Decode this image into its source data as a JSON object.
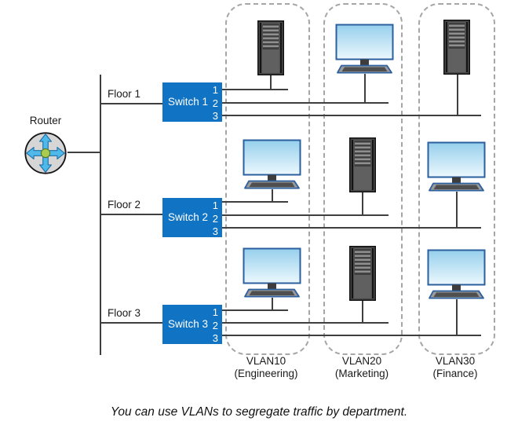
{
  "caption": "You can use VLANs to segregate traffic by department.",
  "router": {
    "label": "Router",
    "icon": "router-icon"
  },
  "floors": [
    {
      "label": "Floor 1"
    },
    {
      "label": "Floor 2"
    },
    {
      "label": "Floor 3"
    }
  ],
  "switches": [
    {
      "label": "Switch 1",
      "ports": [
        "1",
        "2",
        "3"
      ]
    },
    {
      "label": "Switch 2",
      "ports": [
        "1",
        "2",
        "3"
      ]
    },
    {
      "label": "Switch 3",
      "ports": [
        "1",
        "2",
        "3"
      ]
    }
  ],
  "vlans": [
    {
      "name": "VLAN10",
      "dept": "(Engineering)"
    },
    {
      "name": "VLAN20",
      "dept": "(Marketing)"
    },
    {
      "name": "VLAN30",
      "dept": "(Finance)"
    }
  ],
  "devices": [
    {
      "floor": 1,
      "vlan": "VLAN10",
      "type": "server",
      "icon": "server-icon"
    },
    {
      "floor": 1,
      "vlan": "VLAN20",
      "type": "workstation",
      "icon": "computer-icon"
    },
    {
      "floor": 1,
      "vlan": "VLAN30",
      "type": "server",
      "icon": "server-icon"
    },
    {
      "floor": 2,
      "vlan": "VLAN10",
      "type": "workstation",
      "icon": "computer-icon"
    },
    {
      "floor": 2,
      "vlan": "VLAN20",
      "type": "server",
      "icon": "server-icon"
    },
    {
      "floor": 2,
      "vlan": "VLAN30",
      "type": "workstation",
      "icon": "computer-icon"
    },
    {
      "floor": 3,
      "vlan": "VLAN10",
      "type": "workstation",
      "icon": "computer-icon"
    },
    {
      "floor": 3,
      "vlan": "VLAN20",
      "type": "server",
      "icon": "server-icon"
    },
    {
      "floor": 3,
      "vlan": "VLAN30",
      "type": "workstation",
      "icon": "computer-icon"
    }
  ],
  "colors": {
    "switch": "#1173c4",
    "line": "#3f3f3f",
    "vlan_border": "#a6a6a6",
    "router_arrow": "#4fb9e9",
    "router_center": "#a9cb4f",
    "screen_top": "#96cfec",
    "screen_bottom": "#ecf8fd",
    "monitor_frame": "#2b5f9e"
  }
}
